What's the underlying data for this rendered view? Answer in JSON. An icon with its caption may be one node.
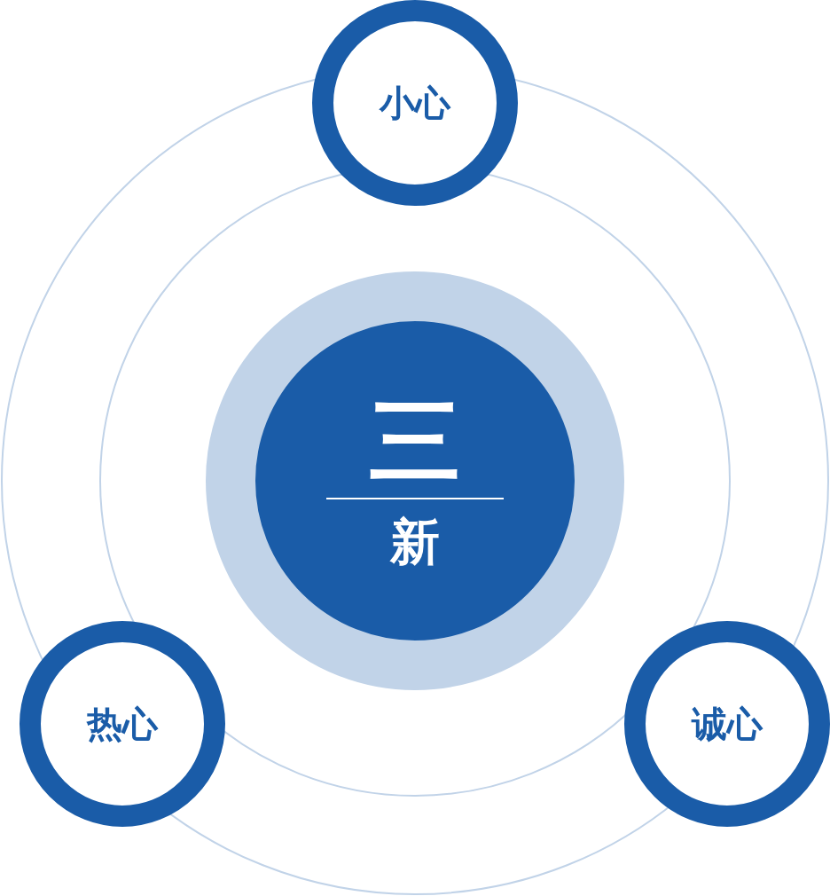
{
  "diagram": {
    "nodes": [
      {
        "text": [
          "三",
          "新"
        ]
      },
      {
        "text": [
          "小心"
        ]
      },
      {
        "text": [
          "热心"
        ]
      },
      {
        "text": [
          "诚心"
        ]
      }
    ]
  }
}
